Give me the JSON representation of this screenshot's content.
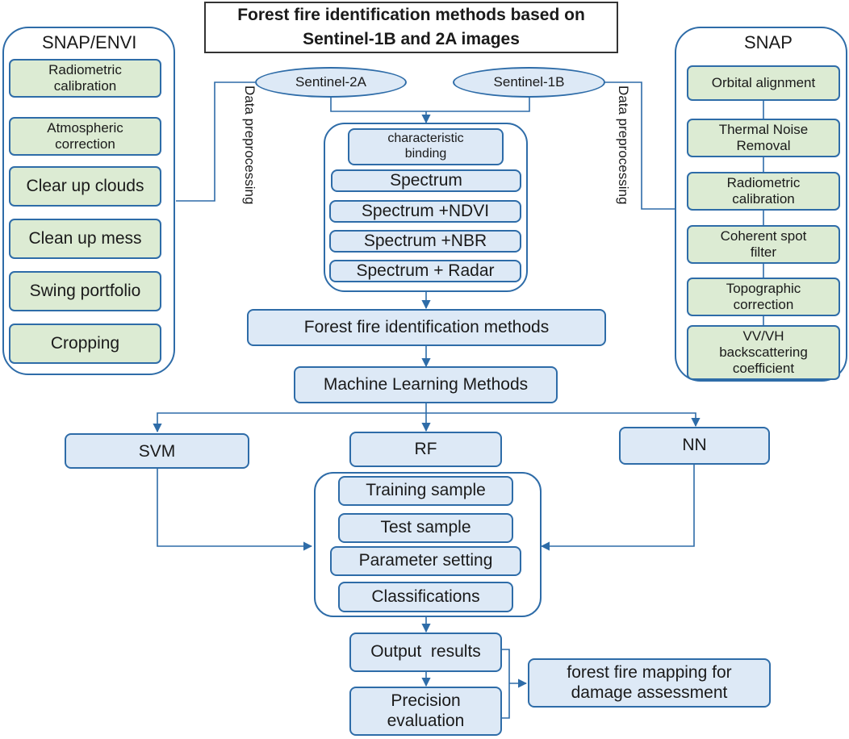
{
  "title": "Forest fire identification methods based on\nSentinel-1B and 2A images",
  "left_panel": {
    "title": "SNAP/ENVI",
    "steps": [
      "Radiometric\ncalibration",
      "Atmospheric\ncorrection",
      "Clear up clouds",
      "Clean up mess",
      "Swing portfolio",
      "Cropping"
    ]
  },
  "right_panel": {
    "title": "SNAP",
    "steps": [
      "Orbital alignment",
      "Thermal Noise\nRemoval",
      "Radiometric\ncalibration",
      "Coherent spot\nfilter",
      "Topographic\ncorrection",
      "VV/VH\nbackscattering\ncoefficient"
    ]
  },
  "sources": [
    "Sentinel-2A",
    "Sentinel-1B"
  ],
  "preprocessing_label": "Data preprocessing",
  "features": [
    "characteristic\nbinding",
    "Spectrum",
    "Spectrum +NDVI",
    "Spectrum +NBR",
    "Spectrum + Radar"
  ],
  "methods_box": "Forest fire identification methods",
  "ml_box": "Machine Learning Methods",
  "models": [
    "SVM",
    "RF",
    "NN"
  ],
  "training_steps": [
    "Training sample",
    "Test sample",
    "Parameter setting",
    "Classifications"
  ],
  "outputs": {
    "output_results": "Output  results",
    "precision": "Precision\nevaluation",
    "mapping": "forest fire mapping for\ndamage assessment"
  },
  "colors": {
    "box_fill": "#dde9f6",
    "green_fill": "#dcebd3",
    "stroke": "#2e6ca8"
  }
}
